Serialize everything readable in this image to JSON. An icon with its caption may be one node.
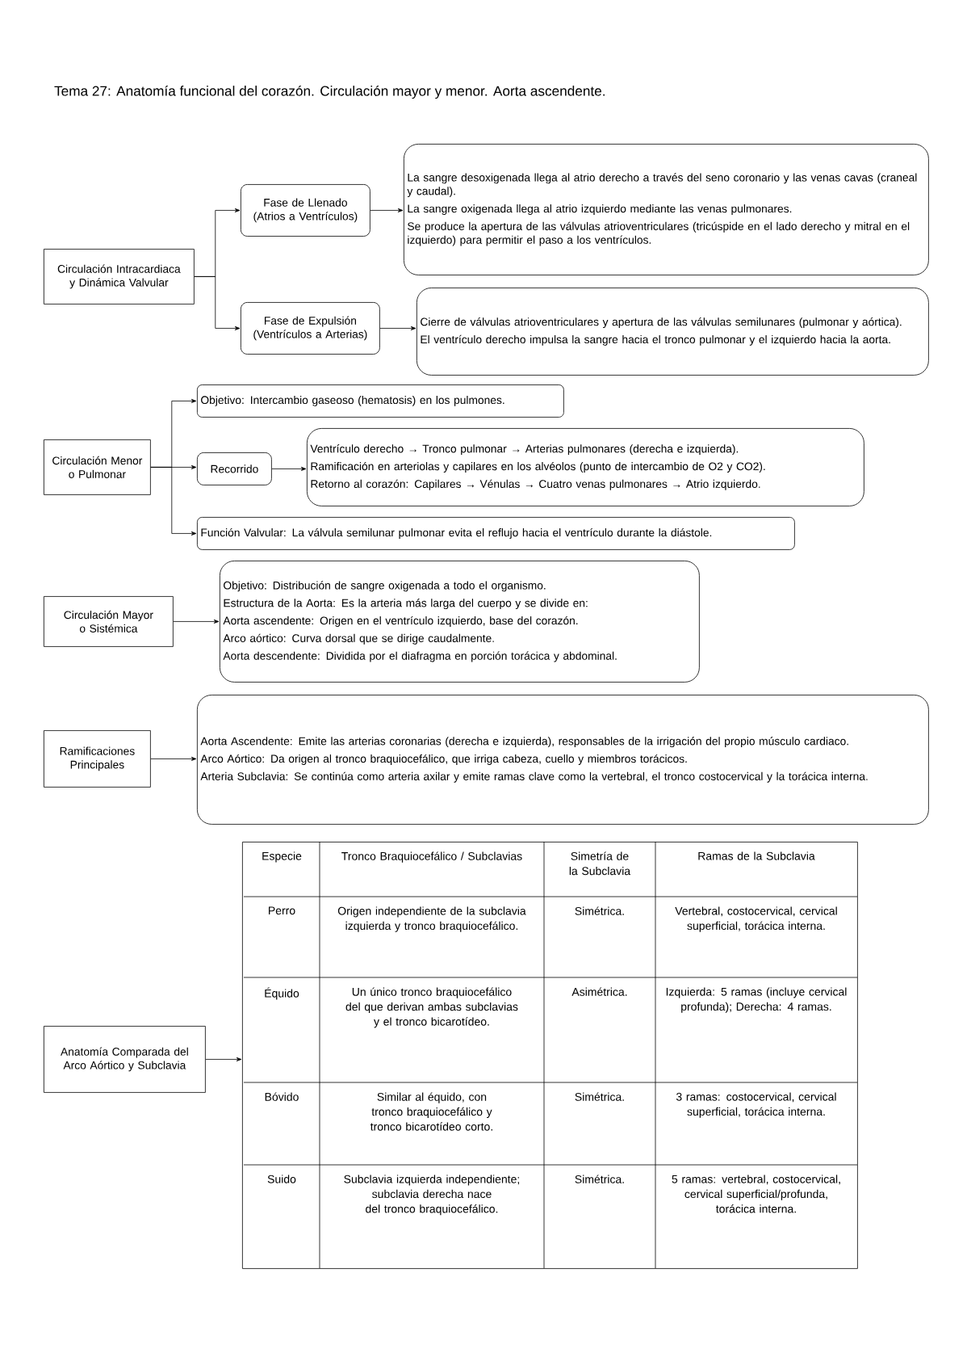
{
  "diagram": {
    "title": "Tema 27: Anatomía funcional del corazón. Circulación mayor y menor. Aorta ascendente.",
    "nodes": [
      {
        "text": [
          "Circulación Intracardiaca y Dinámica Valvular"
        ]
      },
      {
        "text": [
          "Fase de Llenado (Atrios a Ventrículos)"
        ]
      },
      {
        "text": [
          "Fase de Expulsión (Ventrículos a Arterias)"
        ]
      },
      {
        "text": [
          "La sangre desoxigenada llega al atrio derecho a través del seno coronario y las venas cavas (craneal y caudal).",
          "La sangre oxigenada llega al atrio izquierdo mediante las venas pulmonares.",
          "Se produce la apertura de las válvulas atrioventriculares (tricúspide en el lado derecho y mitral en el izquierdo) para permitir el paso a los ventrículos."
        ]
      },
      {
        "text": [
          "Cierre de válvulas atrioventriculares y apertura de las válvulas semilunares (pulmonar y aórtica).",
          "El ventrículo derecho impulsa la sangre hacia el tronco pulmonar y el izquierdo hacia la aorta."
        ]
      },
      {
        "text": [
          "Circulación Menor o Pulmonar"
        ]
      },
      {
        "text": [
          "Objetivo: Intercambio gaseoso (hematosis) en los pulmones."
        ]
      },
      {
        "text": [
          "Recorrido"
        ]
      },
      {
        "text": [
          "Ventrículo derecho → Tronco pulmonar → Arterias pulmonares (derecha e izquierda).",
          "Ramificación en arteriolas y capilares en los alvéolos (punto de intercambio de O2 y CO2).",
          "Retorno al corazón: Capilares → Vénulas → Cuatro venas pulmonares → Atrio izquierdo."
        ]
      },
      {
        "text": [
          "Función Valvular: La válvula semilunar pulmonar evita el reflujo hacia el ventrículo durante la diástole."
        ]
      },
      {
        "text": [
          "Circulación Mayor o Sistémica"
        ]
      },
      {
        "text": [
          "Objetivo: Distribución de sangre oxigenada a todo el organismo.",
          "Estructura de la Aorta: Es la arteria más larga del cuerpo y se divide en:",
          "Aorta ascendente: Origen en el ventrículo izquierdo, base del corazón.",
          "Arco aórtico: Curva dorsal que se dirige caudalmente.",
          "Aorta descendente: Dividida por el diafragma en porción torácica y abdominal."
        ]
      },
      {
        "text": [
          "Ramificaciones Principales"
        ]
      },
      {
        "text": [
          "Aorta Ascendente: Emite las arterias coronarias (derecha e izquierda), responsables de la irrigación del propio músculo cardiaco.",
          "Arco Aórtico: Da origen al tronco braquiocefálico, que irriga cabeza, cuello y miembros torácicos.",
          "Arteria Subclavia: Se continúa como arteria axilar y emite ramas clave como la vertebral, el tronco costocervical y la torácica interna."
        ]
      },
      {
        "text": [
          "Anatomía Comparada del Arco Aórtico y Subclavia"
        ]
      },
      {
        "text": [],
        "shape": "table"
      }
    ],
    "edges": [
      {
        "from": 0,
        "to": 1,
        "arrow": "to"
      },
      {
        "from": 0,
        "to": 2,
        "arrow": "to"
      },
      {
        "from": 1,
        "to": 3,
        "arrow": "to"
      },
      {
        "from": 2,
        "to": 4,
        "arrow": "to"
      },
      {
        "from": 5,
        "to": 6,
        "arrow": "to"
      },
      {
        "from": 5,
        "to": 7,
        "arrow": "to"
      },
      {
        "from": 5,
        "to": 9,
        "arrow": "to"
      },
      {
        "from": 7,
        "to": 8,
        "arrow": "to"
      },
      {
        "from": 10,
        "to": 11,
        "arrow": "to"
      },
      {
        "from": 12,
        "to": 13,
        "arrow": "to"
      },
      {
        "from": 14,
        "to": 15,
        "arrow": "to"
      }
    ],
    "labels": [
      "Especie",
      "Tronco Braquiocefálico / Subclavias",
      "Simetría de la Subclavia",
      "Ramas de la Subclavia",
      "Perro",
      "Origen independiente de la subclavia izquierda y tronco braquiocefálico.",
      "Simétrica.",
      "Vertebral, costocervical, cervical superficial, torácica interna.",
      "Équido",
      "Un único tronco braquiocefálico del que derivan ambas subclavias y el tronco bicarotídeo.",
      "Asimétrica.",
      "Izquierda: 5 ramas (incluye cervical profunda); Derecha: 4 ramas.",
      "Bóvido",
      "Similar al équido, con tronco braquiocefálico y tronco bicarotídeo corto.",
      "Simétrica.",
      "3 ramas: costocervical, cervical superficial, torácica interna.",
      "Suido",
      "Subclavia izquierda independiente; subclavia derecha nace del tronco braquiocefálico.",
      "Simétrica.",
      "5 ramas: vertebral, costocervical, cervical superficial/profunda, torácica interna."
    ]
  }
}
